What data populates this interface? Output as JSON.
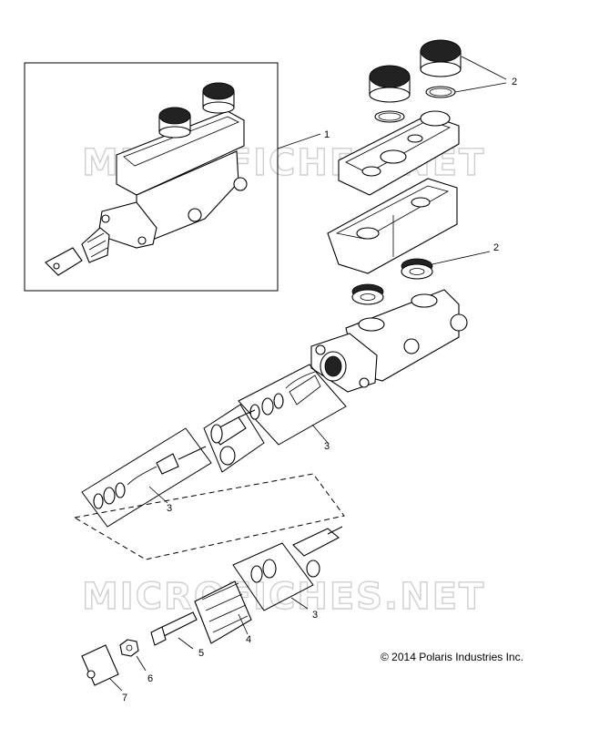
{
  "diagram": {
    "watermark": "MICROFICHES.NET",
    "copyright": "© 2014 Polaris Industries Inc.",
    "callouts": [
      {
        "id": "1",
        "label": "1"
      },
      {
        "id": "2a",
        "label": "2"
      },
      {
        "id": "2b",
        "label": "2"
      },
      {
        "id": "3a",
        "label": "3"
      },
      {
        "id": "3b",
        "label": "3"
      },
      {
        "id": "3c",
        "label": "3"
      },
      {
        "id": "4",
        "label": "4"
      },
      {
        "id": "5",
        "label": "5"
      },
      {
        "id": "6",
        "label": "6"
      },
      {
        "id": "7",
        "label": "7"
      }
    ]
  }
}
